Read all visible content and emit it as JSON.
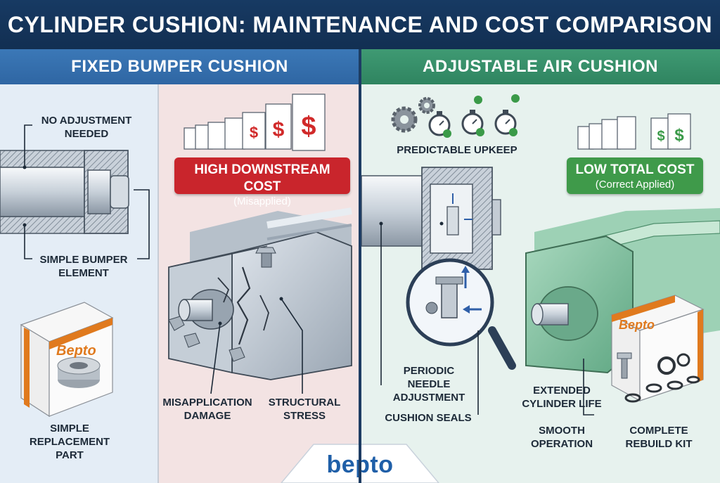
{
  "title": "CYLINDER CUSHION: MAINTENANCE AND COST COMPARISON",
  "left_section": {
    "header": "FIXED BUMPER CUSHION",
    "labels": {
      "no_adjustment": "NO ADJUSTMENT\nNEEDED",
      "simple_bumper": "SIMPLE BUMPER\nELEMENT",
      "replacement_part": "SIMPLE\nREPLACEMENT\nPART",
      "misapplication": "MISAPPLICATION\nDAMAGE",
      "structural_stress": "STRUCTURAL\nSTRESS"
    },
    "cost_banner": {
      "main": "HIGH DOWNSTREAM COST",
      "sub": "(Misapplied)",
      "color": "#c9252c"
    },
    "box_brand": "Bepto"
  },
  "right_section": {
    "header": "ADJUSTABLE AIR CUSHION",
    "labels": {
      "predictable_upkeep": "PREDICTABLE UPKEEP",
      "needle_adjustment": "PERIODIC\nNEEDLE\nADJUSTMENT",
      "cushion_seals": "CUSHION SEALS",
      "extended_life": "EXTENDED\nCYLINDER LIFE",
      "smooth_operation": "SMOOTH\nOPERATION",
      "rebuild_kit": "COMPLETE\nREBUILD KIT"
    },
    "cost_banner": {
      "main": "LOW TOTAL COST",
      "sub": "(Correct Applied)",
      "color": "#3f9a4a"
    },
    "box_brand": "Bepto"
  },
  "logo": "bepto",
  "colors": {
    "title_bg": "#173a63",
    "left_header": "#3b78b7",
    "right_header": "#3f9a73",
    "money": "#d12a2a",
    "money_green": "#3a9a48",
    "check": "#3a9a48"
  },
  "icons": {
    "money_docs": "dollar-document-icon",
    "gears": "gear-icon",
    "stopwatches": "stopwatch-icon",
    "magnifier": "magnifier-icon"
  }
}
